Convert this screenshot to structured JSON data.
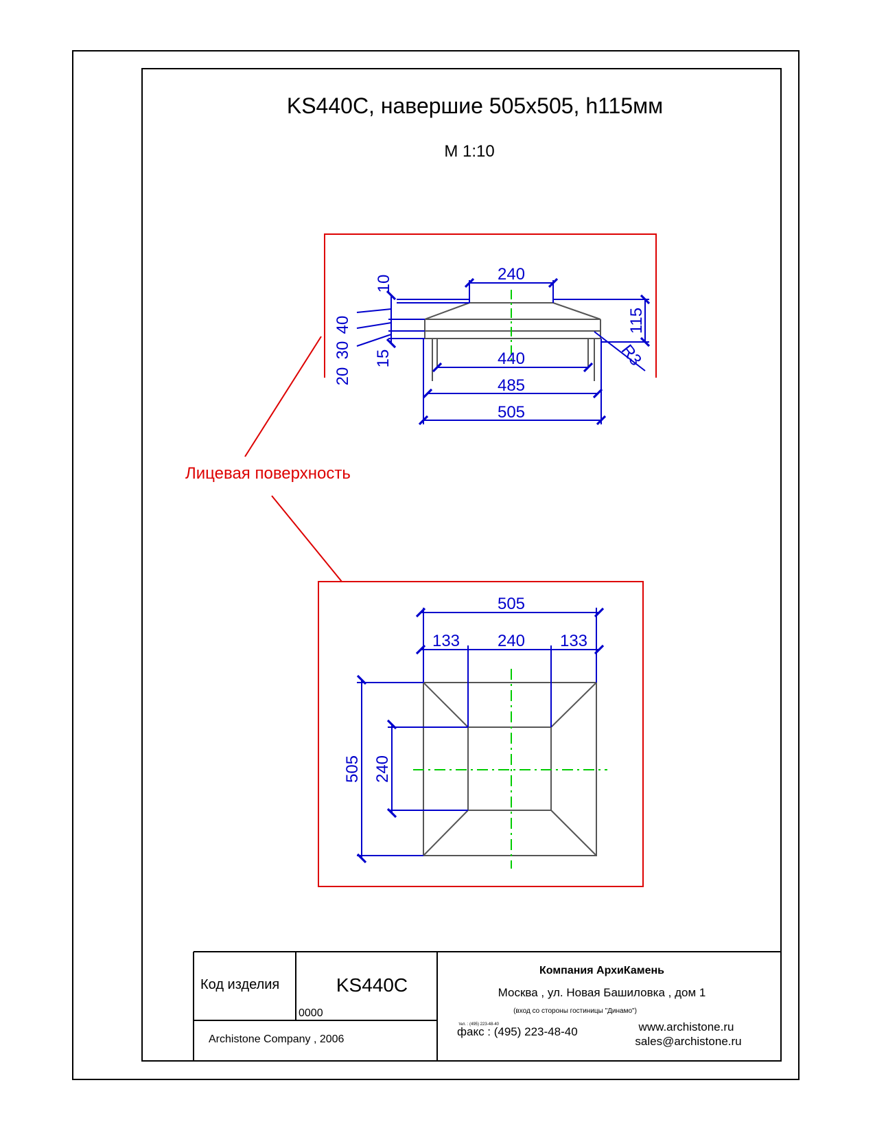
{
  "title": "KS440C, навершие 505x505, h115мм",
  "scale": "М 1:10",
  "callout_label": "Лицевая поверхность",
  "colors": {
    "frame": "#000000",
    "dimension": "#0000cc",
    "outline": "#555555",
    "centerline": "#00cc00",
    "callout": "#dd0000"
  },
  "side_view": {
    "dims": {
      "top_width": "240",
      "inner_width": "440",
      "mid_width": "485",
      "total_width": "505",
      "height_total": "115",
      "radius": "R3",
      "h10": "10",
      "h40": "40",
      "h30": "30",
      "h20": "20",
      "h15": "15"
    }
  },
  "plan_view": {
    "dims": {
      "total_width": "505",
      "left_margin": "133",
      "center_width": "240",
      "right_margin": "133",
      "total_height": "505",
      "center_height": "240"
    }
  },
  "title_block": {
    "code_label": "Код изделия",
    "code_value": "KS440C",
    "code_number": "0000",
    "copyright": "Archistone  Company ,  2006",
    "company": "Компания  АрхиКамень",
    "address": "Москва , ул. Новая Башиловка , дом 1",
    "address_note": "(вход со стороны гостиницы \"Динамо\")",
    "phone_label": "тел.  :  (495) 223-48-40",
    "fax": "факс :  (495) 223-48-40",
    "website": "www.archistone.ru",
    "email": "sales@archistone.ru"
  }
}
